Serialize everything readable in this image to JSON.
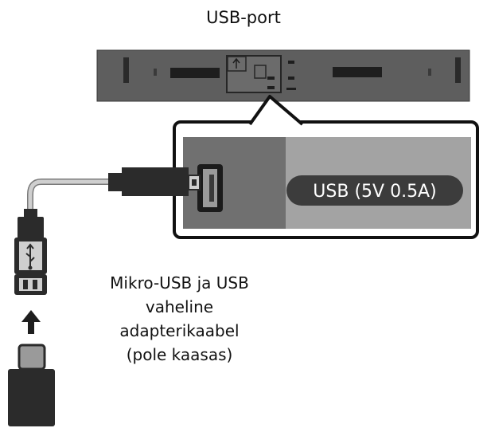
{
  "title": "USB-port",
  "port_spec": "USB (5V 0.5A)",
  "adapter_caption": [
    "Mikro-USB ja USB",
    "vaheline",
    "adapterikaabel",
    "(pole kaasas)"
  ],
  "colors": {
    "device_body": "#5e5e5e",
    "panel_dark": "#707070",
    "panel_light": "#a3a3a3",
    "pill": "#3c3c3c",
    "connector": "#2b2b2b",
    "cable": "#bdbdbd"
  },
  "icons": [
    "usb-icon",
    "arrow-up-icon"
  ]
}
